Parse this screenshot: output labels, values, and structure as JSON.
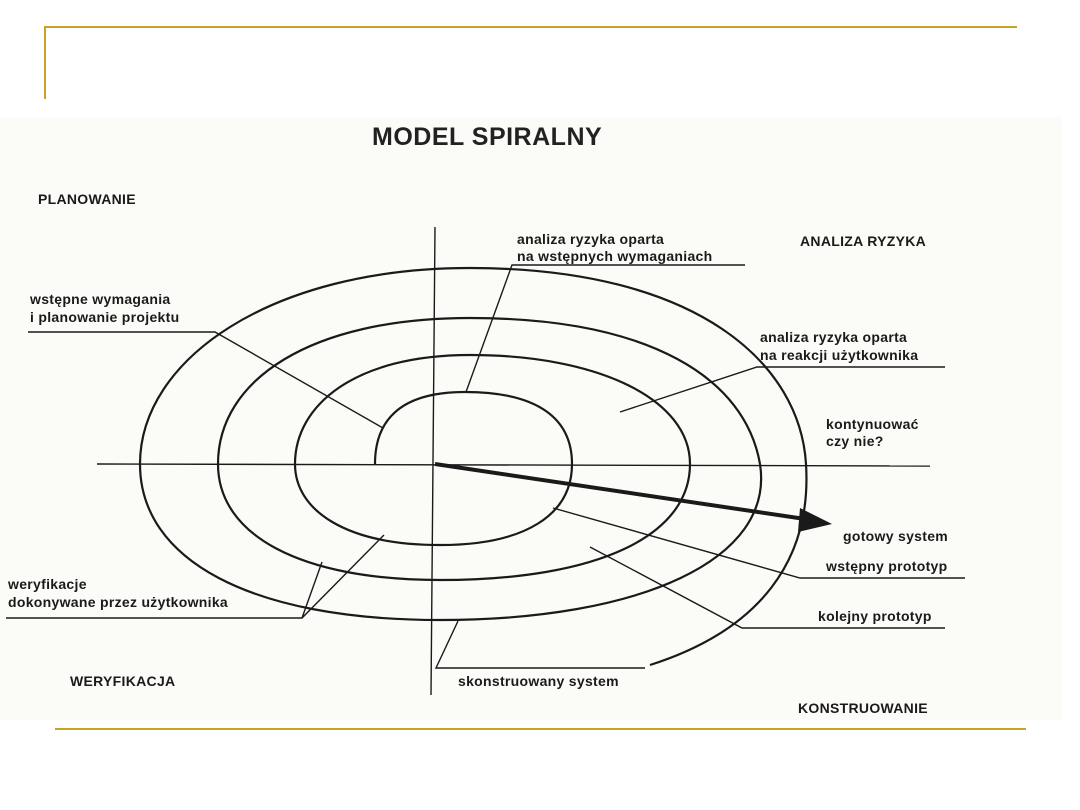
{
  "title": "MODEL SPIRALNY",
  "quadrants": {
    "planning": "PLANOWANIE",
    "risk_analysis": "ANALIZA RYZYKA",
    "verification": "WERYFIKACJA",
    "construction": "KONSTRUOWANIE"
  },
  "labels": {
    "risk_initial": [
      "analiza ryzyka oparta",
      "na wstępnych wymaganiach"
    ],
    "initial_requirements": [
      "wstępne wymagania",
      "i planowanie projektu"
    ],
    "risk_feedback": [
      "analiza ryzyka oparta",
      "na reakcji użytkownika"
    ],
    "continue": [
      "kontynuować",
      "czy nie?"
    ],
    "final_system": "gotowy system",
    "initial_prototype": "wstępny prototyp",
    "next_prototype": "kolejny prototyp",
    "user_verification": [
      "weryfikacje",
      "dokonywane przez użytkownika"
    ],
    "constructed_system": "skonstruowany system"
  },
  "colors": {
    "frame_accent": "#c9a227",
    "ink": "#1a1a1a",
    "background": "#ffffff"
  }
}
